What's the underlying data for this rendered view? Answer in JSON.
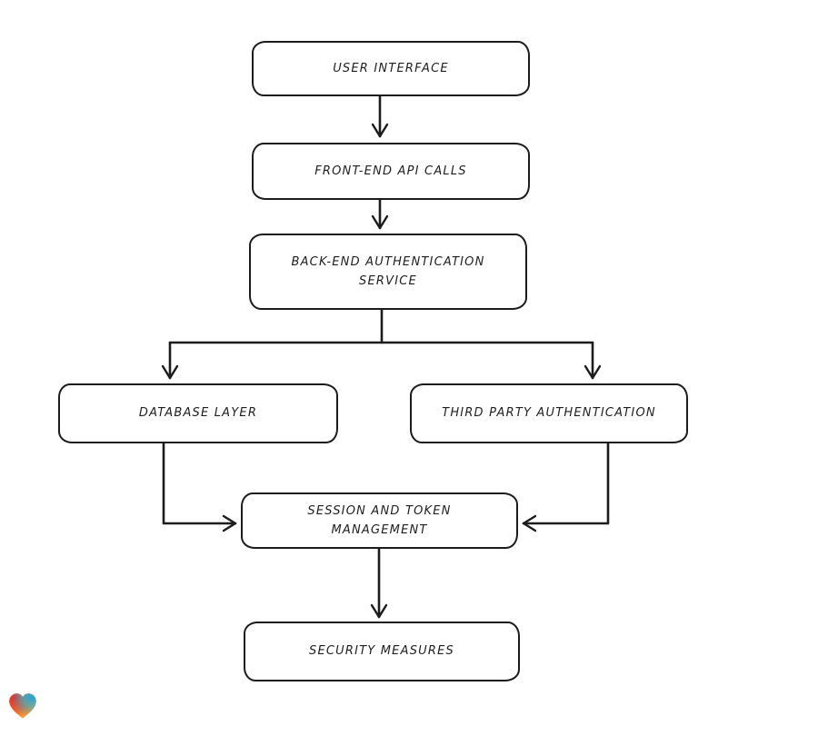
{
  "diagram": {
    "type": "flowchart",
    "title": "",
    "nodes": [
      {
        "id": "user-interface",
        "label": "USER INTERFACE"
      },
      {
        "id": "front-end-api-calls",
        "label": "FRONT-END API CALLS"
      },
      {
        "id": "back-end-authentication-service",
        "label": "BACK-END AUTHENTICATION SERVICE"
      },
      {
        "id": "database-layer",
        "label": "DATABASE LAYER"
      },
      {
        "id": "third-party-authentication",
        "label": "THIRD PARTY AUTHENTICATION"
      },
      {
        "id": "session-and-token-management",
        "label": "SESSION AND TOKEN MANAGEMENT"
      },
      {
        "id": "security-measures",
        "label": "SECURITY MEASURES"
      }
    ],
    "edges": [
      {
        "from": "user-interface",
        "to": "front-end-api-calls"
      },
      {
        "from": "front-end-api-calls",
        "to": "back-end-authentication-service"
      },
      {
        "from": "back-end-authentication-service",
        "to": "database-layer"
      },
      {
        "from": "back-end-authentication-service",
        "to": "third-party-authentication"
      },
      {
        "from": "database-layer",
        "to": "session-and-token-management"
      },
      {
        "from": "third-party-authentication",
        "to": "session-and-token-management"
      },
      {
        "from": "session-and-token-management",
        "to": "security-measures"
      }
    ],
    "colors": {
      "stroke": "#1c1c1c",
      "node_fill": "#ffffff",
      "background": "#ffffff",
      "text": "#1f1f1f"
    }
  },
  "branding": {
    "logo_icon": "heart-icon",
    "heart_colors": {
      "red": "#e42528",
      "blue": "#2d9fd8",
      "teal": "#35b5c9",
      "orange": "#f59d35"
    }
  }
}
